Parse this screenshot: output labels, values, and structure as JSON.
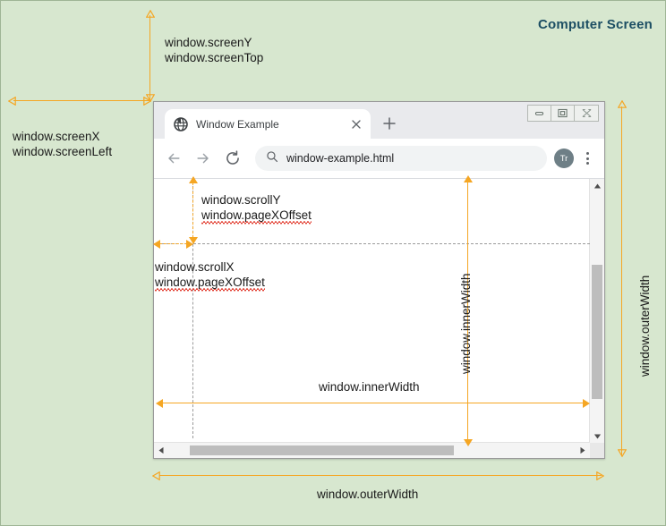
{
  "screen": {
    "title": "Computer Screen",
    "background_color": "#d7e7cf",
    "title_color": "#1c4e63",
    "accent_color": "#f5a623",
    "guide_color": "#9a9a9a"
  },
  "annotations": {
    "screen_y": {
      "line1": "window.screenY",
      "line2": "window.screenTop"
    },
    "screen_x": {
      "line1": "window.screenX",
      "line2": "window.screenLeft"
    },
    "scroll_y": {
      "line1": "window.scrollY",
      "line2": "window.pageXOffset"
    },
    "scroll_x": {
      "line1": "window.scrollX",
      "line2": "window.pageXOffset"
    },
    "inner_width_h": "window.innerWidth",
    "inner_width_v": "window.innerWidth",
    "outer_width_v": "window.outerWidth",
    "outer_width_h": "window.outerWidth"
  },
  "browser": {
    "tab": {
      "favicon": "globe-icon",
      "title": "Window Example",
      "close": "close-icon"
    },
    "new_tab": "plus-icon",
    "window_controls": {
      "minimize": "minimize-icon",
      "maximize": "maximize-icon",
      "close": "close-window-icon"
    },
    "toolbar": {
      "back": "back-arrow-icon",
      "forward": "forward-arrow-icon",
      "reload": "reload-icon",
      "search": "search-icon",
      "url": "window-example.html",
      "avatar_initials": "Tr",
      "menu": "kebab-menu-icon"
    },
    "scrollbars": {
      "vertical_up": "scroll-up-icon",
      "vertical_down": "scroll-down-icon",
      "horizontal_left": "scroll-left-icon",
      "horizontal_right": "scroll-right-icon"
    }
  }
}
